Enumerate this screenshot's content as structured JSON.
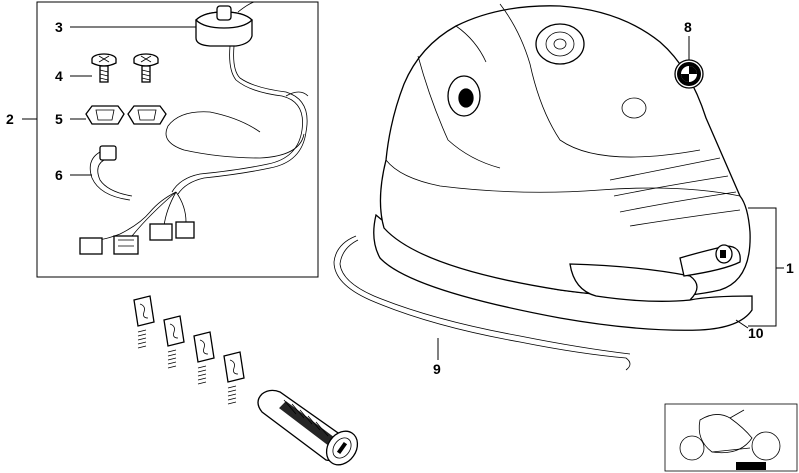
{
  "callouts": {
    "c1": "1",
    "c2": "2",
    "c3": "3",
    "c4": "4",
    "c5": "5",
    "c6": "6",
    "c8": "8",
    "c9": "9",
    "c10": "10"
  },
  "colors": {
    "line": "#000000",
    "tank_fill": "#ffffff",
    "background": "#ffffff"
  },
  "icons": {
    "emblem": "bmw-roundel-icon",
    "thumbnail": "motorcycle-thumbnail-icon"
  }
}
